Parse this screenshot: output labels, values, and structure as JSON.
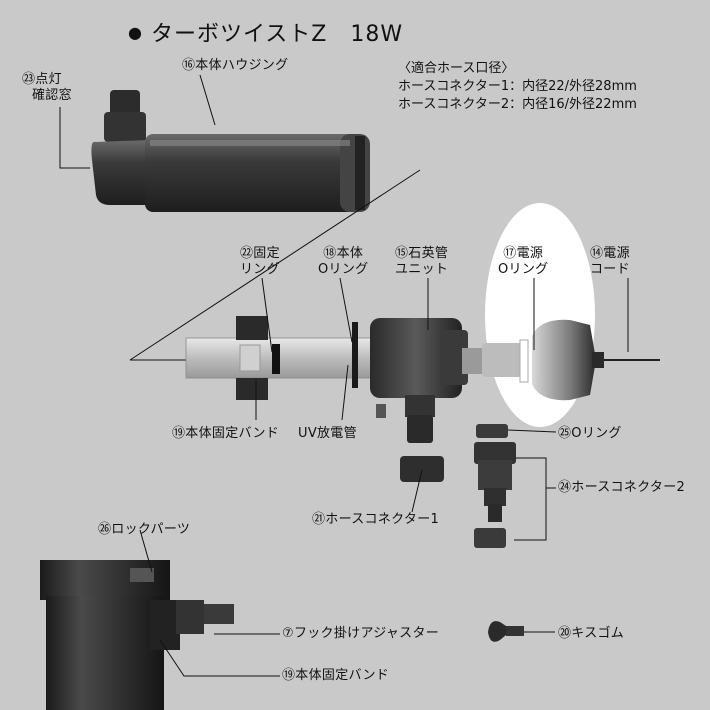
{
  "title": "ターボツイストZ　18W",
  "spec": {
    "heading": "〈適合ホース口径〉",
    "line1": "ホースコネクター1：内径22/外径28mm",
    "line2": "ホースコネクター2：内径16/外径22mm"
  },
  "labels": {
    "l23": [
      "㉓点灯",
      "確認窓"
    ],
    "l16": "⑯本体ハウジング",
    "l22": [
      "㉒固定",
      "リング"
    ],
    "l18": [
      "⑱本体",
      "Oリング"
    ],
    "l15": [
      "⑮石英管",
      "ユニット"
    ],
    "l17": [
      "⑰電源",
      "Oリング"
    ],
    "l14": [
      "⑭電源",
      "コード"
    ],
    "l19a": "⑲本体固定バンド",
    "uv": "UV放電管",
    "l25": "㉕Oリング",
    "l24": "㉔ホースコネクター2",
    "l21": "㉑ホースコネクター1",
    "l26": "㉖ロックパーツ",
    "l7": "⑦フック掛けアジャスター",
    "l20": "⑳キスゴム",
    "l19b": "⑲本体固定バンド"
  },
  "colors": {
    "background": "#c9c9c9",
    "part_dark": "#2e2e2e",
    "part_mid": "#555555",
    "highlight": "#ffffff"
  }
}
